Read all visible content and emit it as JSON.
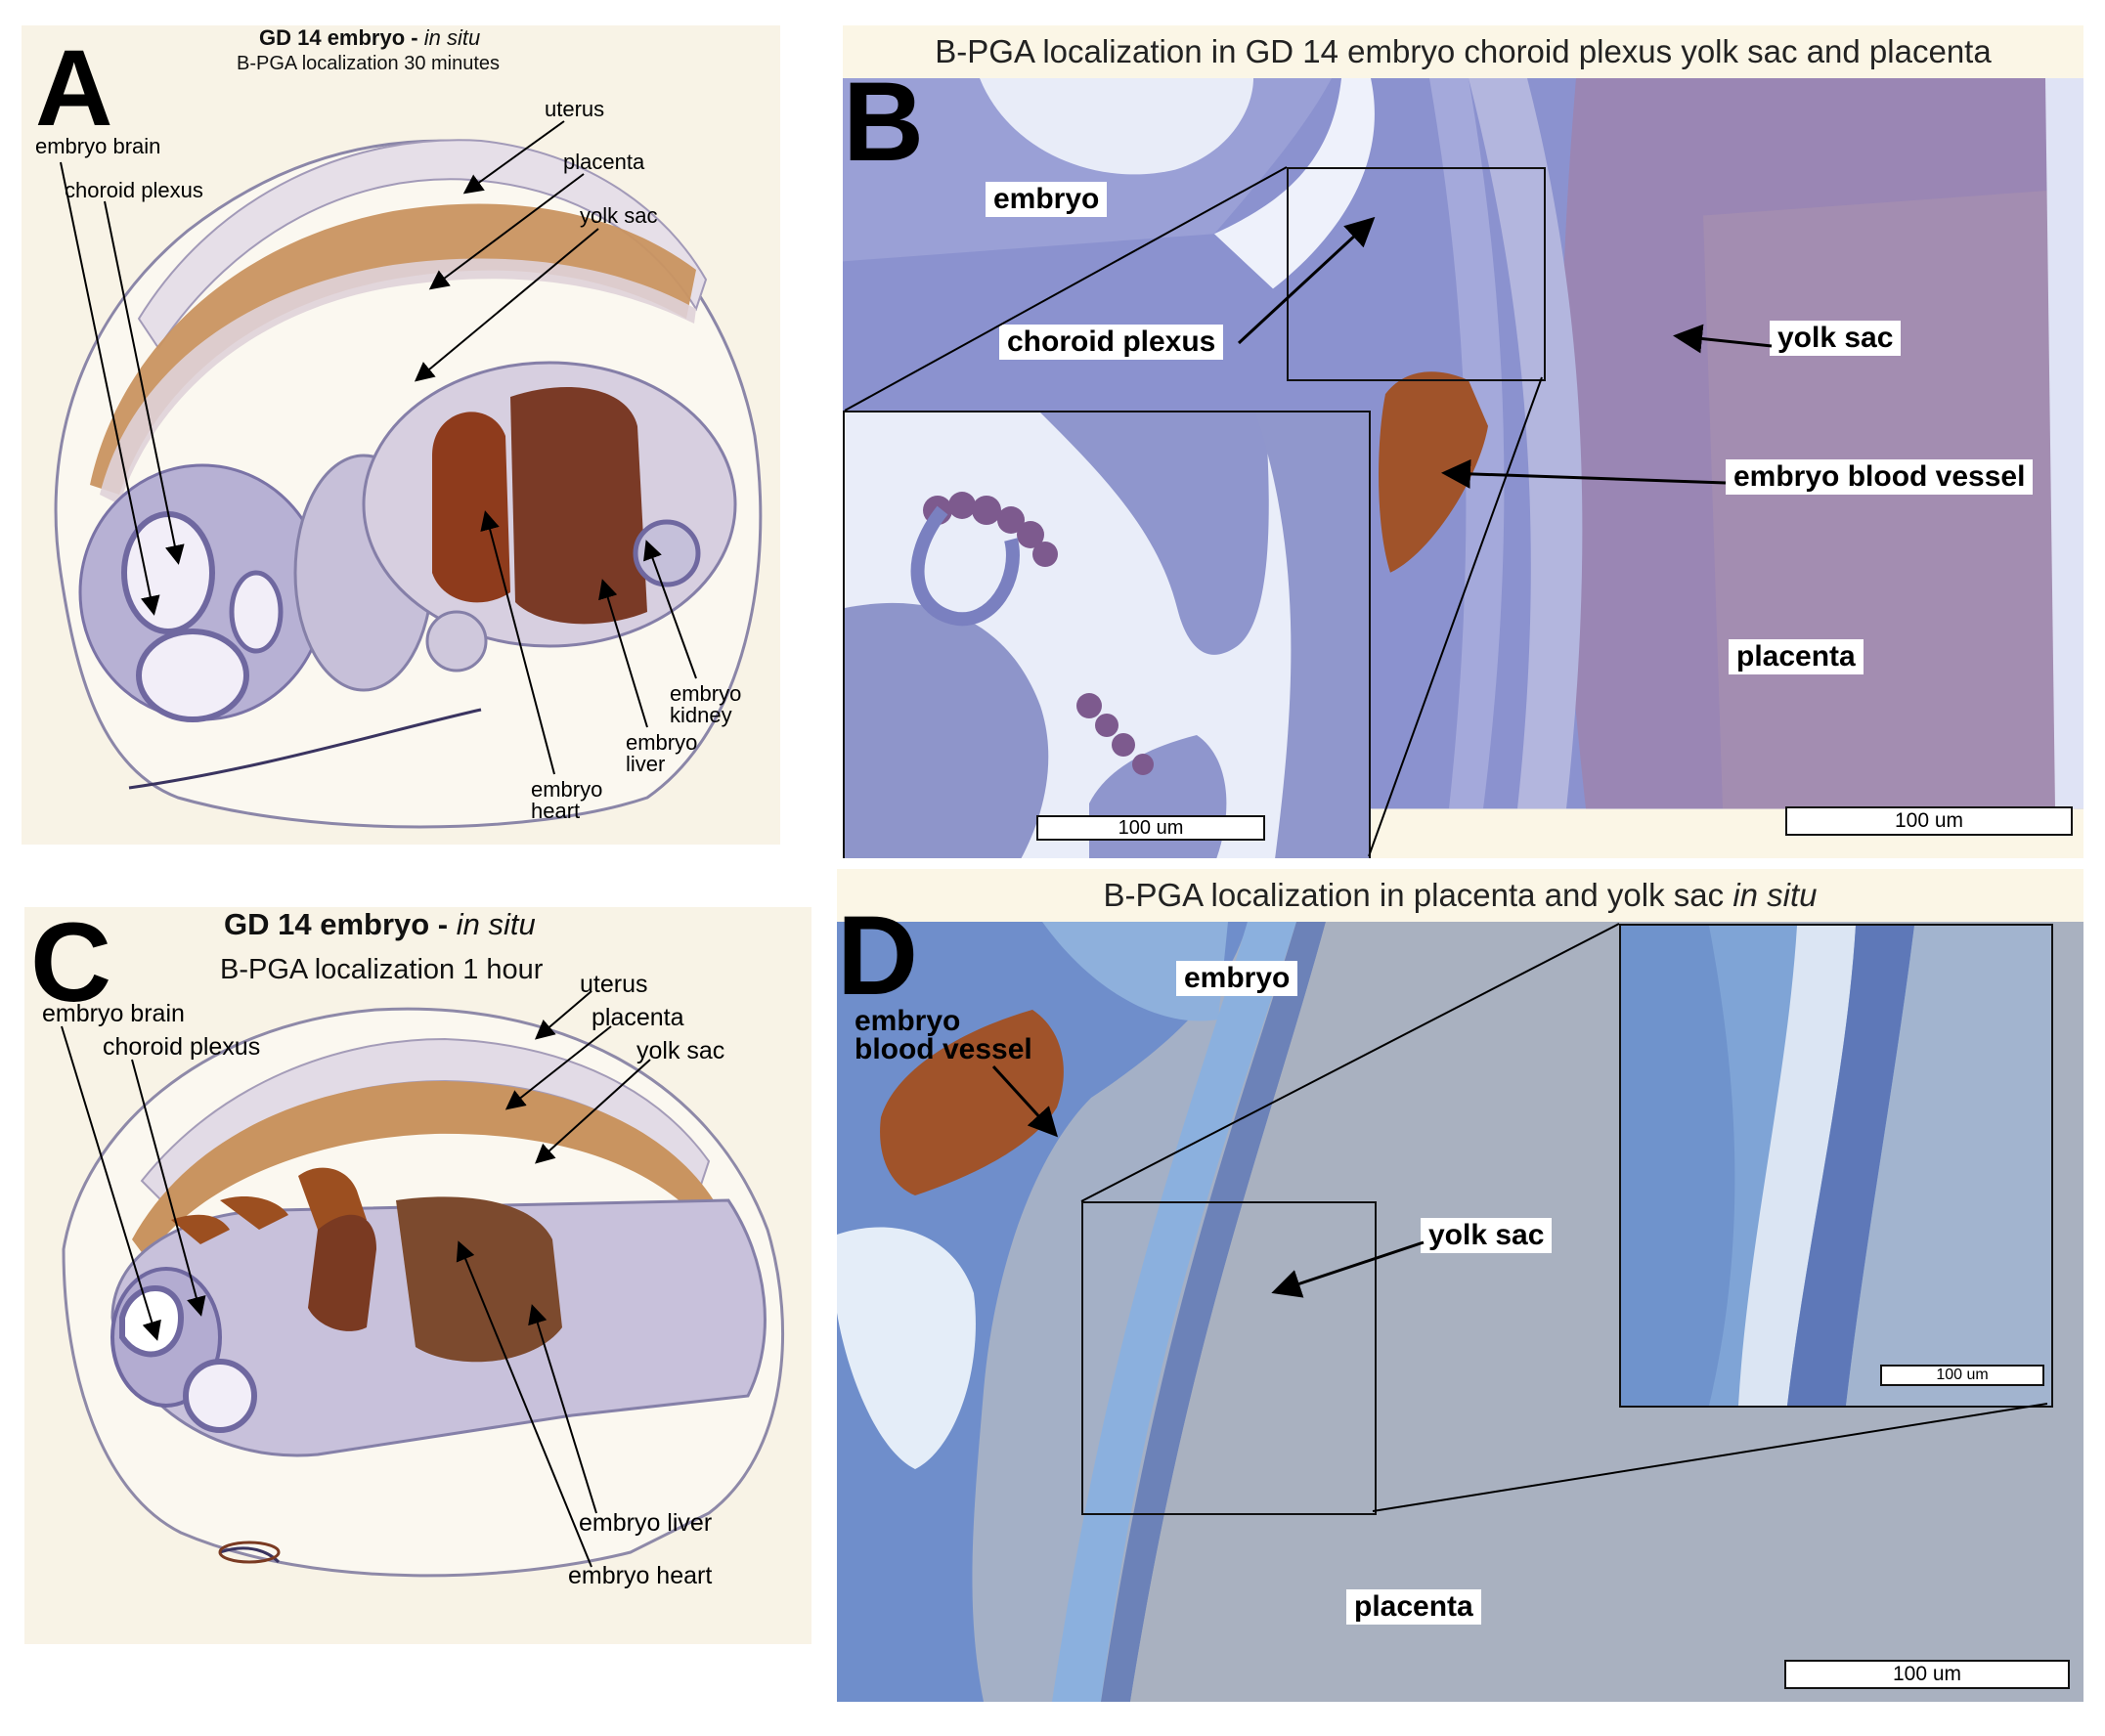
{
  "colors": {
    "tissue_stain": "#8b8fc2",
    "bpga_brown": "#a0532a",
    "placenta_brown": "#c99460",
    "panel_bg": "#f8f3e6",
    "micro_blue_b": "#8b92cf",
    "micro_blue_d": "#86a6d2"
  },
  "panel_a": {
    "letter": "A",
    "title_line1": "GD 14 embryo - ",
    "title_line1_italic": "in situ",
    "title_line2": "B-PGA localization 30 minutes",
    "labels": {
      "uterus": "uterus",
      "placenta": "placenta",
      "yolk_sac": "yolk sac",
      "embryo_brain": "embryo brain",
      "choroid_plexus": "choroid plexus",
      "embryo_kidney_1": "embryo",
      "embryo_kidney_2": "kidney",
      "embryo_liver_1": "embryo",
      "embryo_liver_2": "liver",
      "embryo_heart_1": "embryo",
      "embryo_heart_2": "heart"
    }
  },
  "panel_b": {
    "letter": "B",
    "title": "B-PGA localization in GD 14 embryo choroid plexus yolk sac and placenta",
    "labels": {
      "embryo": "embryo",
      "choroid_plexus": "choroid plexus",
      "yolk_sac": "yolk sac",
      "embryo_blood_vessel": "embryo blood vessel",
      "placenta": "placenta"
    },
    "scalebar_inset": "100 um",
    "scalebar_main": "100 um"
  },
  "panel_c": {
    "letter": "C",
    "title_line1": "GD 14 embryo - ",
    "title_line1_italic": "in situ",
    "title_line2": "B-PGA localization 1 hour",
    "labels": {
      "uterus": "uterus",
      "placenta": "placenta",
      "yolk_sac": "yolk sac",
      "embryo_brain": "embryo brain",
      "choroid_plexus": "choroid plexus",
      "embryo_liver": "embryo liver",
      "embryo_heart": "embryo heart"
    }
  },
  "panel_d": {
    "letter": "D",
    "title": "B-PGA localization in placenta and yolk sac ",
    "title_italic": "in situ",
    "labels": {
      "embryo": "embryo",
      "embryo_blood_vessel_1": "embryo",
      "embryo_blood_vessel_2": "blood vessel",
      "yolk_sac": "yolk sac",
      "placenta": "placenta"
    },
    "scalebar_inset": "100 um",
    "scalebar_main": "100 um"
  }
}
